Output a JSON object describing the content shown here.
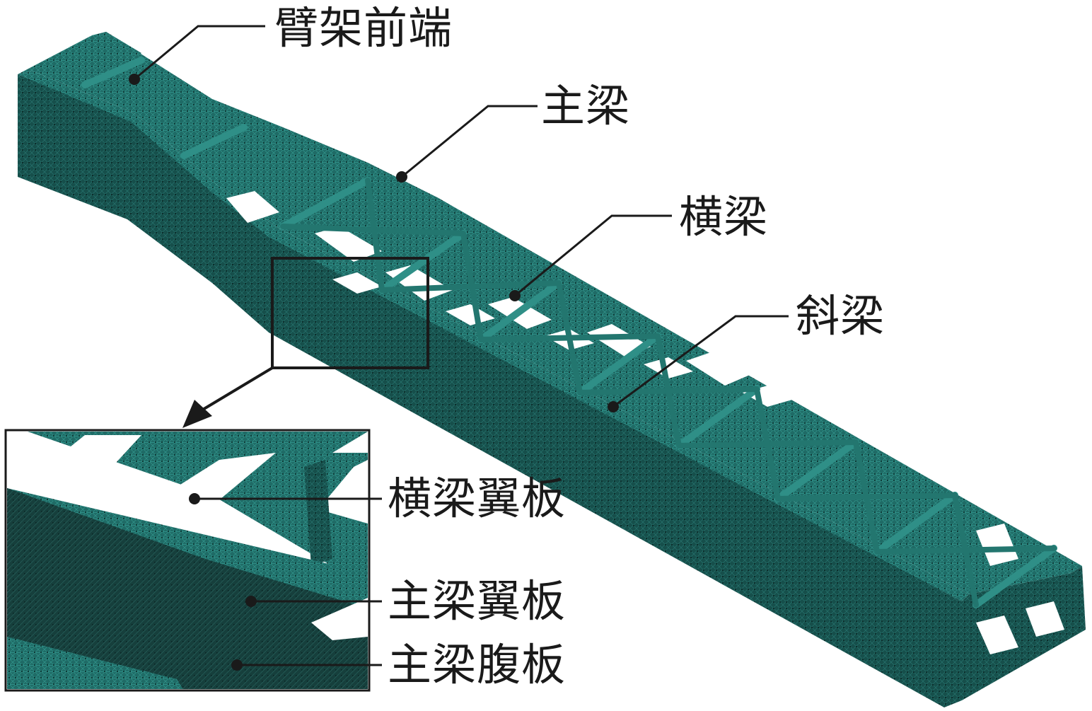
{
  "labels": {
    "boom_front": "臂架前端",
    "main_beam": "主梁",
    "cross_beam": "横梁",
    "diagonal_beam": "斜梁",
    "cross_beam_flange": "横梁翼板",
    "main_beam_flange": "主梁翼板",
    "main_beam_web": "主梁腹板"
  },
  "colors": {
    "mesh_fill": "#1f6b66",
    "mesh_light": "#2f8f87",
    "mesh_dark": "#123f3c",
    "leader": "#1a1a1a",
    "background": "#ffffff"
  }
}
